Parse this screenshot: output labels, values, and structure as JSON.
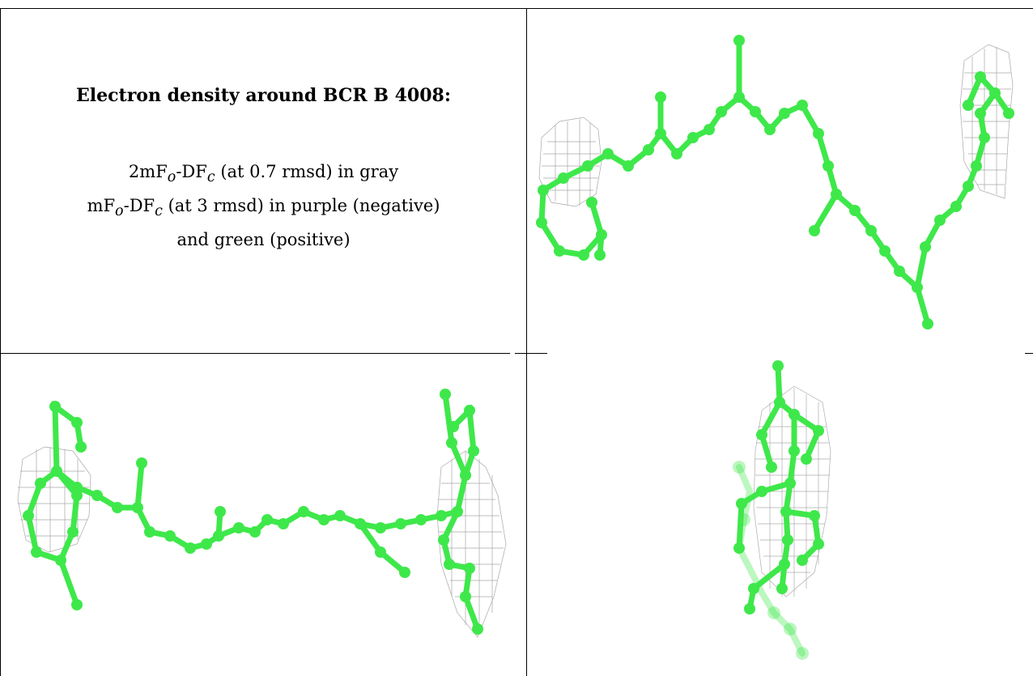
{
  "caption": {
    "title": "Electron density around BCR B 4008:",
    "line1": {
      "a": "2mF",
      "a_sub": "o",
      "b": "-DF",
      "b_sub": "c",
      "rest": " (at 0.7 rmsd) in gray"
    },
    "line2": {
      "a": "mF",
      "a_sub": "o",
      "b": "-DF",
      "b_sub": "c",
      "rest": " (at 3 rmsd) in purple (negative)"
    },
    "line3": "and green (positive)"
  },
  "colors": {
    "atom": "#3ee84a",
    "atom_dark": "#22c92f",
    "mesh": "#8a8a8a",
    "rule": "#000000"
  },
  "panels": [
    {
      "name": "view-top-right",
      "kind": "molecule-model"
    },
    {
      "name": "view-bottom-left",
      "kind": "molecule-model"
    },
    {
      "name": "view-bottom-right",
      "kind": "molecule-model"
    }
  ]
}
